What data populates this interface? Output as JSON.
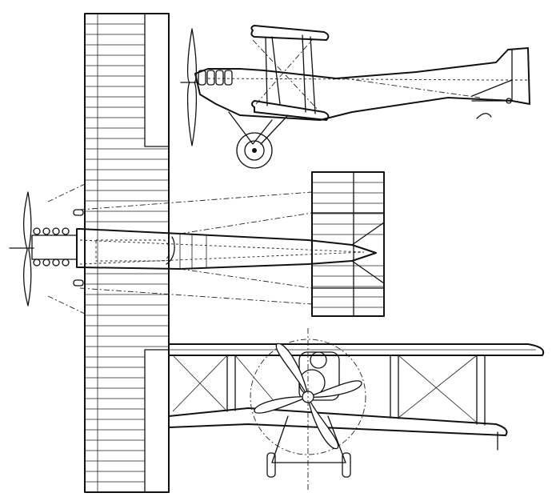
{
  "drawing": {
    "views": [
      "side-view",
      "top-view",
      "front-view"
    ],
    "line_color": "#111111",
    "background": "#ffffff"
  }
}
